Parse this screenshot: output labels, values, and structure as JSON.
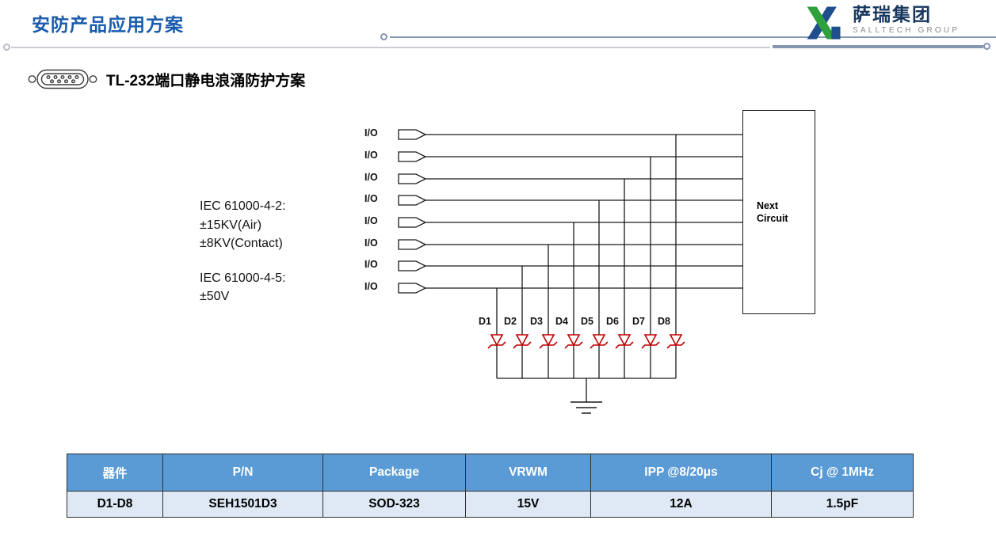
{
  "slide": {
    "title": "安防产品应用方案"
  },
  "logo": {
    "name": "萨瑞集团",
    "subtitle": "SALLTECH GROUP"
  },
  "section": {
    "title": "TL-232端口静电浪涌防护方案"
  },
  "schematic": {
    "io_label": "I/O",
    "diode_labels": [
      "D1",
      "D2",
      "D3",
      "D4",
      "D5",
      "D6",
      "D7",
      "D8"
    ],
    "next_circuit_line1": "Next",
    "next_circuit_line2": "Circuit",
    "iec_block1": [
      "IEC 61000-4-2:",
      "±15KV(Air)",
      "±8KV(Contact)"
    ],
    "iec_block2": [
      "IEC 61000-4-5:",
      "±50V"
    ]
  },
  "table": {
    "headers": [
      "器件",
      "P/N",
      "Package",
      "VRWM",
      "IPP @8/20μs",
      "Cj @ 1MHz"
    ],
    "row": [
      "D1-D8",
      "SEH1501D3",
      "SOD-323",
      "15V",
      "12A",
      "1.5pF"
    ]
  },
  "colors": {
    "title_blue": "#1A5BAD",
    "table_header_blue": "#5B9BD5",
    "table_row_blue": "#DEE9F5",
    "diode_red": "#C00000",
    "decor_slate": "#8496B0",
    "logo_green": "#2EA13C",
    "logo_blue": "#1F4E8C"
  }
}
